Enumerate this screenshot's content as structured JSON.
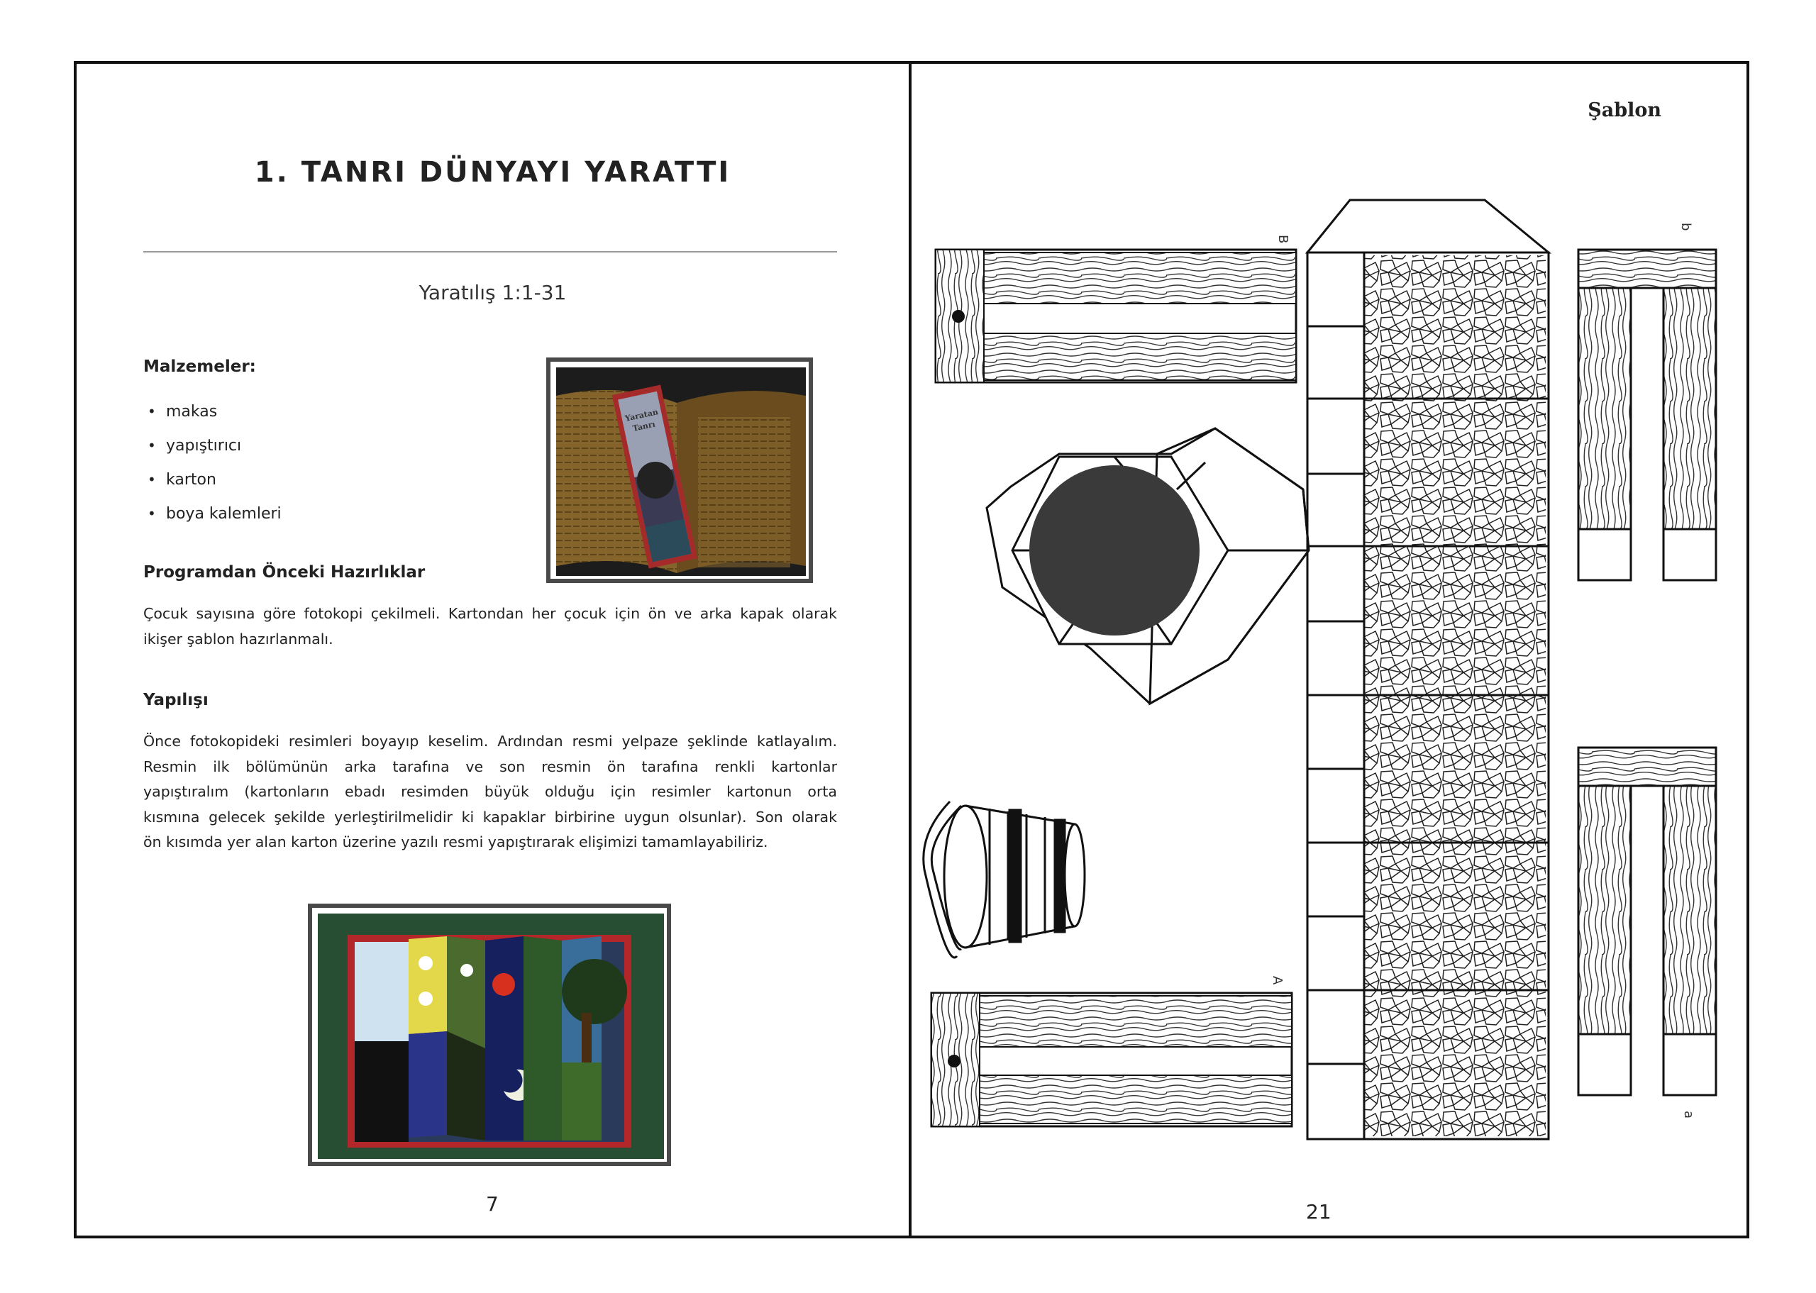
{
  "left_page": {
    "title": "1. TANRI DÜNYAYI YARATTI",
    "reference": "Yaratılış 1:1-31",
    "materials_heading": "Malzemeler:",
    "materials": [
      "makas",
      "yapıştırıcı",
      "karton",
      "boya kalemleri"
    ],
    "bullet_glyph": "•",
    "prep_heading": "Programdan Önceki Hazırlıklar",
    "prep_lines": [
      "Çocuk sayısına göre fotokopi çekilmeli. Kartondan her çocuk için ön ve arka kapak olarak",
      "ikişer şablon hazırlanmalı."
    ],
    "method_heading": "Yapılışı",
    "method_lines": [
      "Önce fotokopideki resimleri boyayıp keselim. Ardından resmi yelpaze şeklinde katlayalım.",
      "Resmin ilk bölümünün arka tarafına ve son resmin ön tarafına renkli kartonlar",
      "yapıştıralım (kartonların ebadı resimden büyük olduğu için resimler kartonun orta",
      "kısmına gelecek şekilde yerleştirilmelidir ki kapaklar birbirine uygun olsunlar). Son olarak",
      "ön kısımda yer alan karton üzerine yazılı resmi yapıştırarak elişimizi tamamlayabiliriz."
    ],
    "bookmark_text": [
      "Yaratan",
      "Tanrı"
    ],
    "page_number": "7"
  },
  "right_page": {
    "heading": "Şablon",
    "piece_labels": {
      "top_left": "B",
      "bottom_left": "A",
      "top_right": "b",
      "bottom_right": "a"
    },
    "page_number": "21"
  },
  "colors": {
    "frame": "#111111",
    "photo_border": "#4a4a4a",
    "well_hole": "#3a3a3a",
    "rule": "#999999"
  }
}
